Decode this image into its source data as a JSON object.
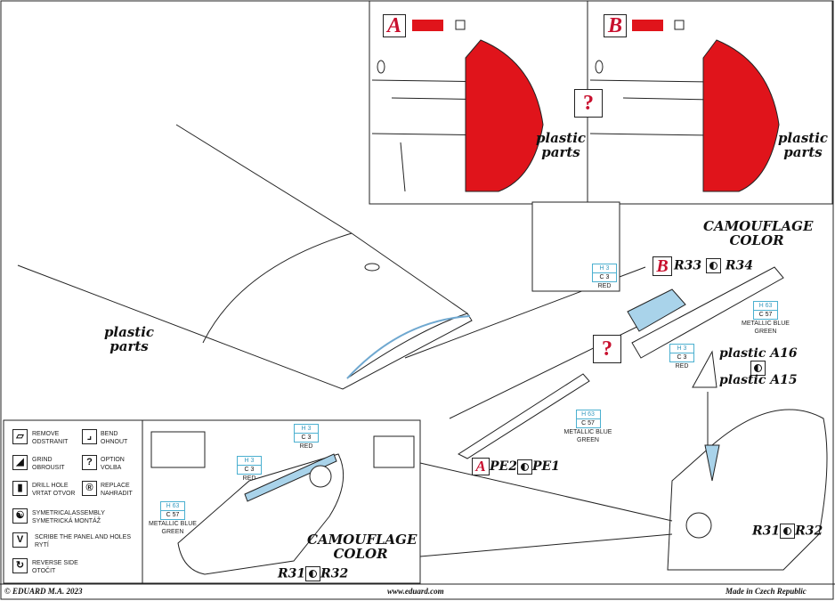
{
  "inset_a": {
    "letter": "A",
    "label": "plastic parts"
  },
  "inset_b": {
    "letter": "B",
    "label": "plastic parts"
  },
  "option_mark": "?",
  "wing_label": "plastic parts",
  "upper_part": {
    "letter": "B",
    "part_left": "R33",
    "part_right": "R34",
    "camo": "CAMOUFLAGE COLOR"
  },
  "chips": {
    "red1": {
      "h": "H 3",
      "c": "C 3",
      "name": "RED"
    },
    "red2": {
      "h": "H 3",
      "c": "C 3",
      "name": "RED"
    },
    "blue1": {
      "h": "H 63",
      "c": "C 57",
      "name": "METALLIC BLUE GREEN"
    },
    "blue2": {
      "h": "H 63",
      "c": "C 57",
      "name": "METALLIC BLUE GREEN"
    },
    "red3": {
      "h": "H 3",
      "c": "C 3",
      "name": "RED"
    },
    "red4": {
      "h": "H 3",
      "c": "C 3",
      "name": "RED"
    },
    "blue3": {
      "h": "H 63",
      "c": "C 57",
      "name": "METALLIC BLUE GREEN"
    }
  },
  "tip_parts": {
    "top": "plastic A16",
    "bottom": "plastic A15"
  },
  "pe_parts": {
    "letter": "A",
    "left": "PE2",
    "right": "PE1"
  },
  "rudder_parts": {
    "left": "R31",
    "right": "R32"
  },
  "detail": {
    "camo": "CAMOUFLAGE COLOR",
    "left": "R31",
    "right": "R32"
  },
  "legend": [
    {
      "icon": "remove-icon",
      "glyph": "▱",
      "line1": "REMOVE",
      "line2": "ODSTRANIT"
    },
    {
      "icon": "bend-icon",
      "glyph": "⌟",
      "line1": "BEND",
      "line2": "OHNOUT"
    },
    {
      "icon": "grind-icon",
      "glyph": "◢",
      "line1": "GRIND",
      "line2": "OBROUSIT"
    },
    {
      "icon": "option-icon",
      "glyph": "?",
      "line1": "OPTION",
      "line2": "VOLBA"
    },
    {
      "icon": "drill-icon",
      "glyph": "▮",
      "line1": "DRILL HOLE",
      "line2": "VRTAT OTVOR"
    },
    {
      "icon": "replace-icon",
      "glyph": "®",
      "line1": "REPLACE",
      "line2": "NAHRADIT"
    },
    {
      "icon": "symmetrical-icon",
      "glyph": "☯",
      "line1": "SYMETRICALASSEMBLY",
      "line2": "SYMETRICKÁ MONTÁŽ"
    },
    {
      "icon": "scribe-icon",
      "glyph": "V",
      "line1": "SCRIBE THE PANEL AND HOLES",
      "line2": "RYTÍ"
    },
    {
      "icon": "reverse-icon",
      "glyph": "↻",
      "line1": "REVERSE SIDE",
      "line2": "OTOČIT"
    }
  ],
  "footer": {
    "copyright": "© EDUARD  M.A. 2023",
    "url": "www.eduard.com",
    "origin": "Made in Czech Republic"
  },
  "colors": {
    "red": "#e0141b",
    "blue": "#a9d3ea",
    "cyan": "#4bb0d0"
  }
}
